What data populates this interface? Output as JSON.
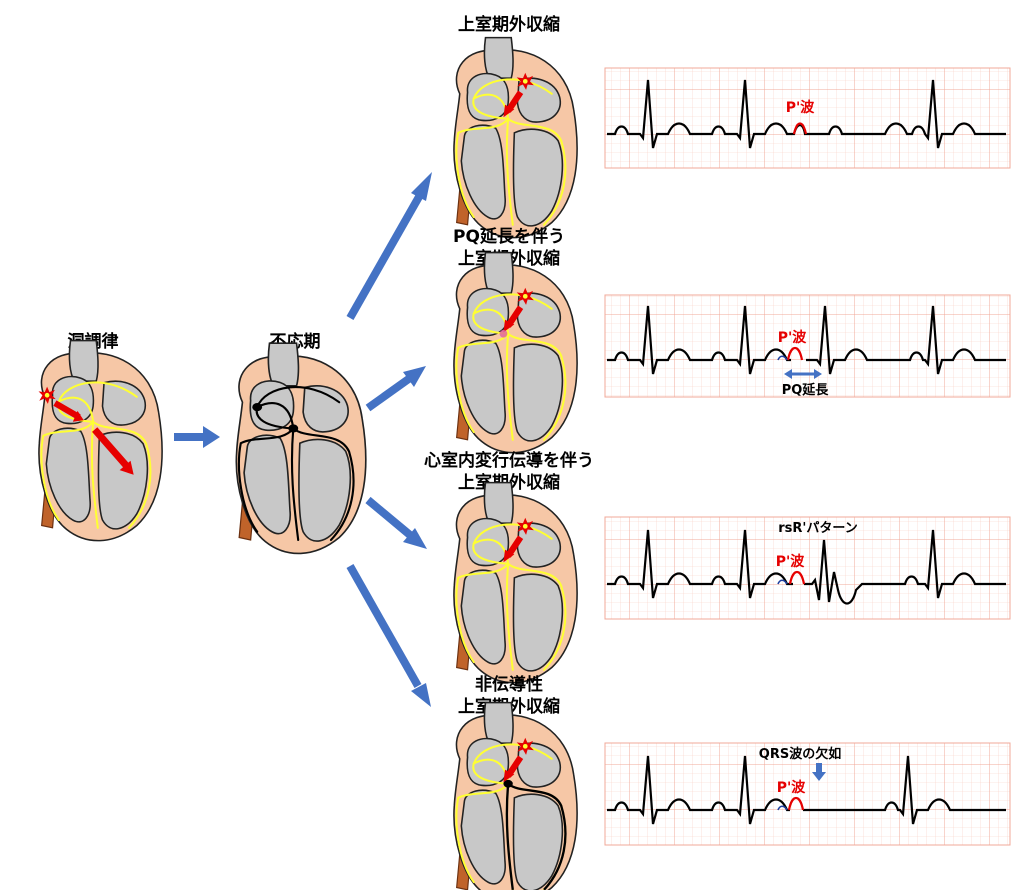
{
  "diagram": {
    "sinus": {
      "title": "洞調律"
    },
    "refractory": {
      "title": "不応期"
    },
    "cases": [
      {
        "title_lines": [
          "上室期外収縮"
        ],
        "ecg": {
          "p_label": "P'波"
        }
      },
      {
        "title_lines": [
          "PQ延長を伴う",
          "上室期外収縮"
        ],
        "ecg": {
          "p_label": "P'波",
          "note": "PQ延長"
        }
      },
      {
        "title_lines": [
          "心室内変行伝導を伴う",
          "上室期外収縮"
        ],
        "ecg": {
          "p_label": "P'波",
          "note": "rsR'パターン"
        }
      },
      {
        "title_lines": [
          "非伝導性",
          "上室期外収縮"
        ],
        "ecg": {
          "p_label": "P'波",
          "note": "QRS波の欠如"
        }
      }
    ]
  },
  "colors": {
    "arrow_blue": "#4472c4",
    "impulse_red": "#e60000",
    "conduction_yellow": "#ffff33",
    "heart_skin": "#f6c7a6",
    "chamber_gray": "#c8c8c8",
    "vessel_brown": "#c0632a",
    "ecg_grid": "#f4b6a6"
  }
}
